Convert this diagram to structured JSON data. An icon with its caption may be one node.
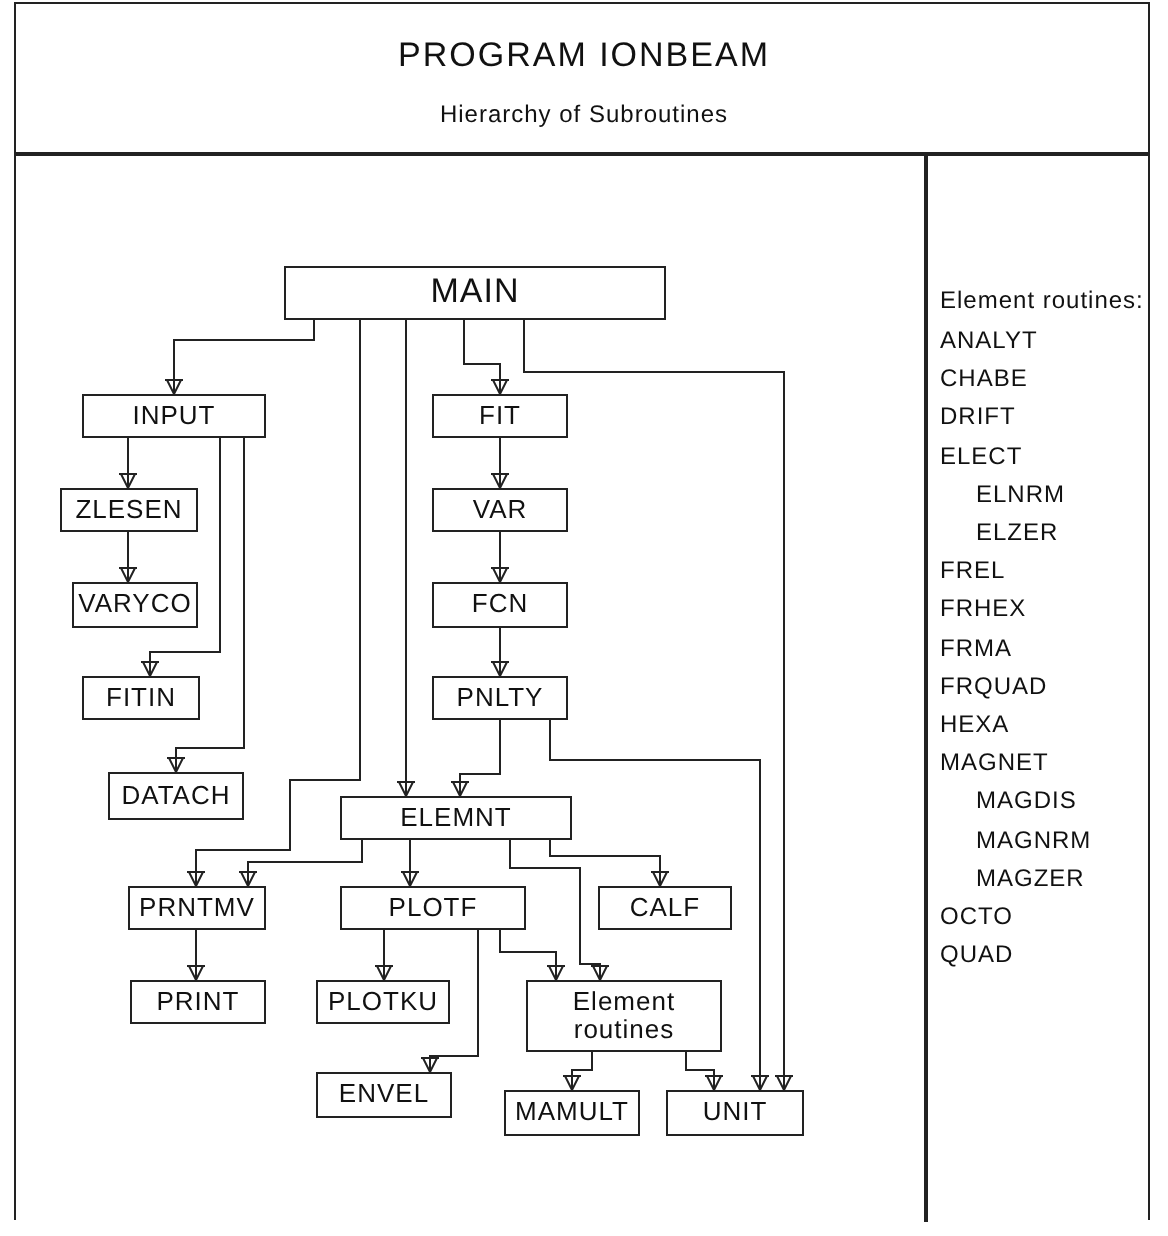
{
  "diagram": {
    "title": "PROGRAM IONBEAM",
    "nodes": [
      {
        "text": [
          "MAIN"
        ]
      },
      {
        "text": [
          "INPUT"
        ]
      },
      {
        "text": [
          "ZLESEN"
        ]
      },
      {
        "text": [
          "VARYCO"
        ]
      },
      {
        "text": [
          "FITIN"
        ]
      },
      {
        "text": [
          "DATACH"
        ]
      },
      {
        "text": [
          "FIT"
        ]
      },
      {
        "text": [
          "VAR"
        ]
      },
      {
        "text": [
          "FCN"
        ]
      },
      {
        "text": [
          "PNLTY"
        ]
      },
      {
        "text": [
          "ELEMNT"
        ]
      },
      {
        "text": [
          "PRNTMV"
        ]
      },
      {
        "text": [
          "PLOTF"
        ]
      },
      {
        "text": [
          "CALF"
        ]
      },
      {
        "text": [
          "PRINT"
        ]
      },
      {
        "text": [
          "PLOTKU"
        ]
      },
      {
        "text": [
          "Element routines"
        ]
      },
      {
        "text": [
          "ENVEL"
        ]
      },
      {
        "text": [
          "MAMULT"
        ]
      },
      {
        "text": [
          "UNIT"
        ]
      }
    ],
    "edges": [
      {
        "from": 0,
        "to": 1,
        "arrow": "to"
      },
      {
        "from": 0,
        "to": 6,
        "arrow": "to"
      },
      {
        "from": 0,
        "to": 11,
        "arrow": "to"
      },
      {
        "from": 0,
        "to": 10,
        "arrow": "to"
      },
      {
        "from": 0,
        "to": 19,
        "arrow": "to"
      },
      {
        "from": 1,
        "to": 2,
        "arrow": "to"
      },
      {
        "from": 2,
        "to": 3,
        "arrow": "to"
      },
      {
        "from": 1,
        "to": 4,
        "arrow": "to"
      },
      {
        "from": 1,
        "to": 5,
        "arrow": "to"
      },
      {
        "from": 6,
        "to": 7,
        "arrow": "to"
      },
      {
        "from": 7,
        "to": 8,
        "arrow": "to"
      },
      {
        "from": 8,
        "to": 9,
        "arrow": "to"
      },
      {
        "from": 9,
        "to": 10,
        "arrow": "to"
      },
      {
        "from": 9,
        "to": 19,
        "arrow": "to"
      },
      {
        "from": 10,
        "to": 11,
        "arrow": "to"
      },
      {
        "from": 10,
        "to": 12,
        "arrow": "to"
      },
      {
        "from": 10,
        "to": 13,
        "arrow": "to"
      },
      {
        "from": 10,
        "to": 16,
        "arrow": "to"
      },
      {
        "from": 11,
        "to": 14,
        "arrow": "to"
      },
      {
        "from": 12,
        "to": 15,
        "arrow": "to"
      },
      {
        "from": 12,
        "to": 17,
        "arrow": "to"
      },
      {
        "from": 12,
        "to": 16,
        "arrow": "to"
      },
      {
        "from": 16,
        "to": 18,
        "arrow": "to"
      },
      {
        "from": 16,
        "to": 19,
        "arrow": "to"
      }
    ],
    "labels": [
      "Hierarchy of Subroutines",
      "Element routines:",
      "ANALYT",
      "CHABE",
      "DRIFT",
      "ELECT",
      "ELNRM",
      "ELZER",
      "FREL",
      "FRHEX",
      "FRMA",
      "FRQUAD",
      "HEXA",
      "MAGNET",
      "MAGDIS",
      "MAGNRM",
      "MAGZER",
      "OCTO",
      "QUAD"
    ]
  }
}
